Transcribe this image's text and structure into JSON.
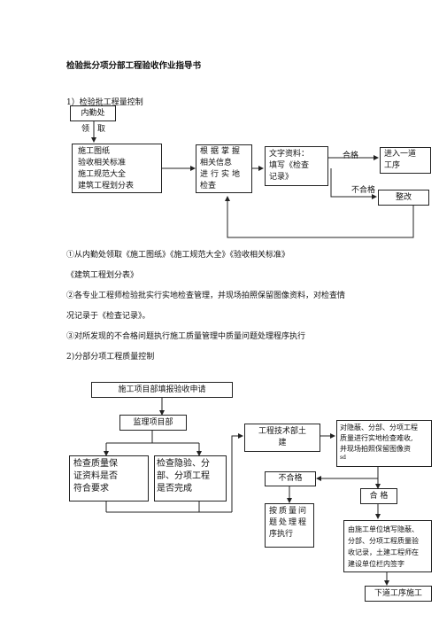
{
  "doc": {
    "title": "检验批分项分部工程验收作业指导书",
    "section1": "1）检验批工程量控制",
    "section2": "2)分部分项工程质量控制"
  },
  "flow1": {
    "dept": "内勤处",
    "get_label_1": "领",
    "get_label_2": "取",
    "docs": [
      "施工图纸",
      "验收相关标准",
      "施工规范大全",
      "建筑工程划分表"
    ],
    "check": [
      "根据掌握",
      "相关信息",
      "进行实地",
      "检查"
    ],
    "record": [
      "文字资料：",
      "填写《检查",
      "记录》"
    ],
    "pass_label": "合格",
    "fail_label": "不合格",
    "next": [
      "进入一道",
      "工序"
    ],
    "rectify": "整改"
  },
  "paragraphs": [
    "①从内勤处领取《施工图纸》《施工规范大全》《验收相关标准》",
    "《建筑工程划分表》",
    "②各专业工程师检验批实行实地检查管理，并现场拍照保留图像资料，对检查情",
    "况记录于《检查记录》。",
    "③对所发现的不合格问题执行施工质量管理中质量问题处理程序执行"
  ],
  "flow2": {
    "apply": "施工项目部填报验收申请",
    "supervision": "监理项目部",
    "check_docs": [
      "检查质量保",
      "证资料是否",
      "符合要求"
    ],
    "check_items": [
      "检查隐验、分",
      "部、分项工程",
      "是否完成"
    ],
    "tech": [
      "工程技术部土",
      "建"
    ],
    "inspect": [
      "对隐蔽、分部、分项工程",
      "质量进行实地检查难收,",
      "并现场拍照保留图像资",
      "sd"
    ],
    "fail_label": "不合格",
    "pass_label": "合 格",
    "handle": [
      "按质量问",
      "题处理程",
      "序执行"
    ],
    "fill_record": [
      "由施工单位填写隐蔽、",
      "分部、分项工程质量验",
      "收记录，土建工程师在",
      "建设单位栏内签字"
    ],
    "next": "下道工序施工"
  }
}
